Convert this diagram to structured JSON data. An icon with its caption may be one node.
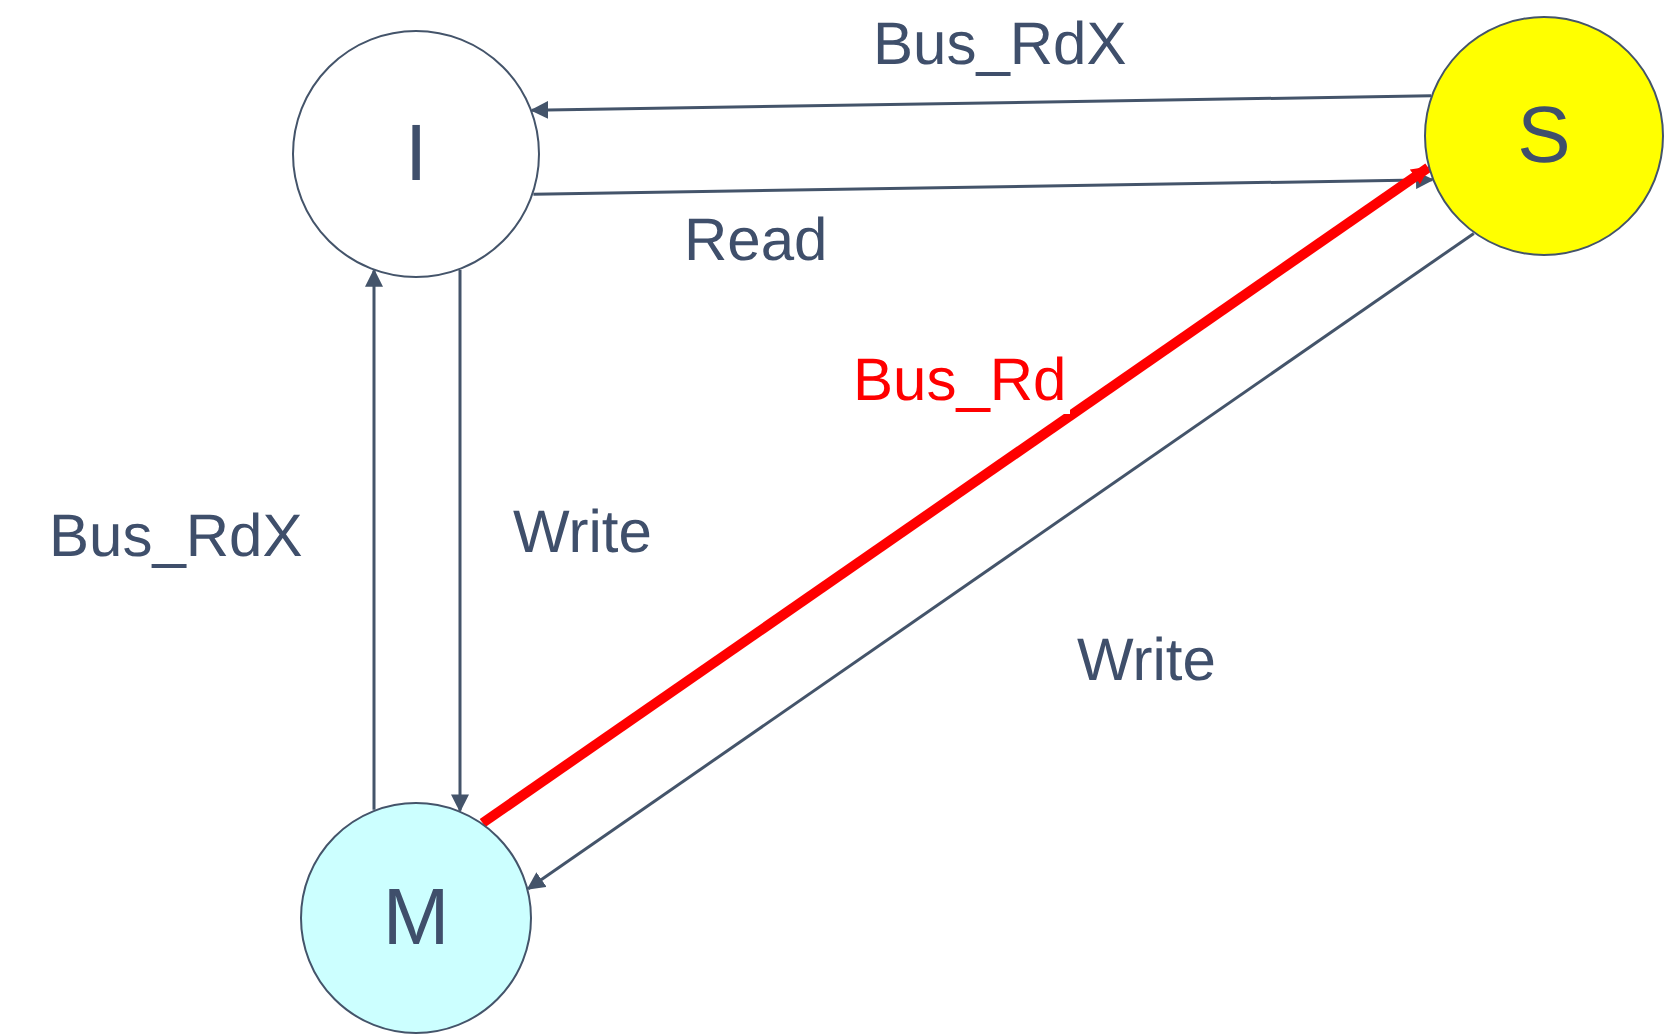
{
  "diagram": {
    "nodes": [
      {
        "text": [
          "I"
        ]
      },
      {
        "text": [
          "S"
        ]
      },
      {
        "text": [
          "M"
        ]
      }
    ],
    "edges": [
      {
        "from": 1,
        "to": 0,
        "arrow": "to",
        "label": "Bus_RdX"
      },
      {
        "from": 0,
        "to": 1,
        "arrow": "to",
        "label": "Read"
      },
      {
        "from": 2,
        "to": 0,
        "arrow": "to",
        "label": "Bus_RdX"
      },
      {
        "from": 0,
        "to": 2,
        "arrow": "to",
        "label": "Write"
      },
      {
        "from": 2,
        "to": 1,
        "arrow": "to",
        "label": "Bus_Rd",
        "style": "thick",
        "color": "#ff0000"
      },
      {
        "from": 1,
        "to": 2,
        "arrow": "to",
        "label": "Write"
      }
    ]
  }
}
